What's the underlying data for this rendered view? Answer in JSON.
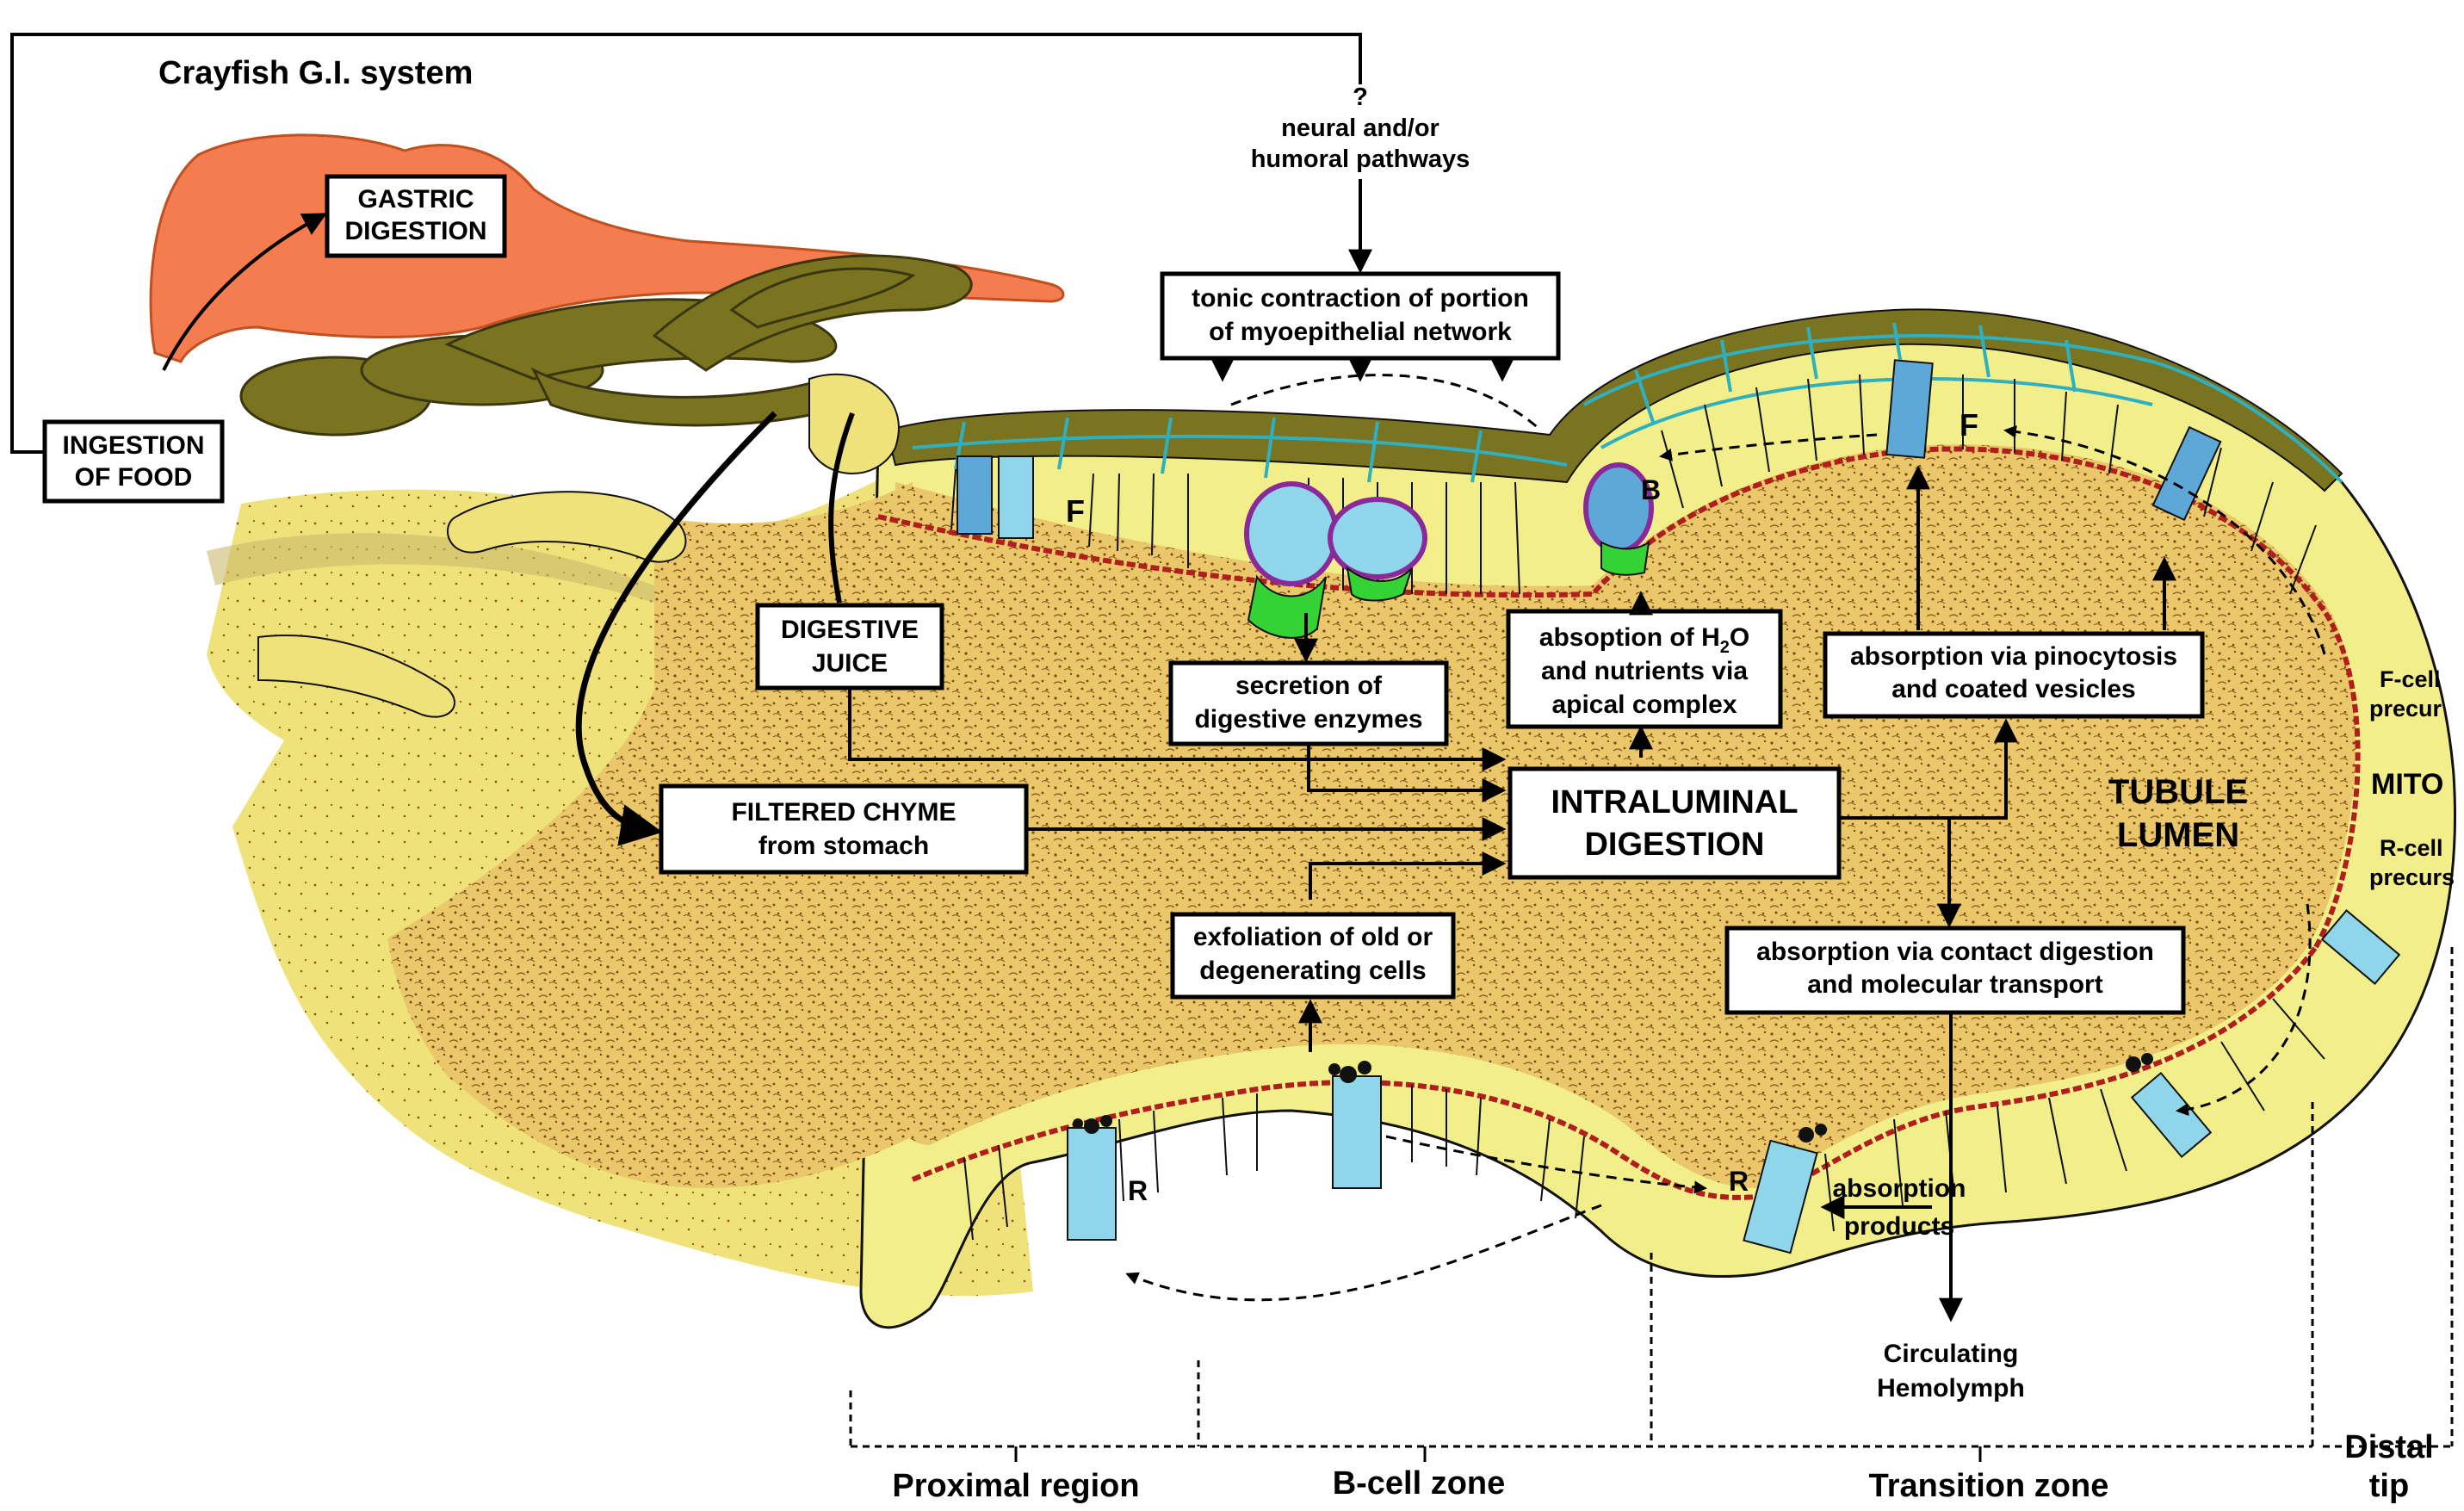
{
  "title": "Crayfish G.I. system",
  "organs": {
    "gastric_digestion": [
      "GASTRIC",
      "DIGESTION"
    ],
    "ingestion": [
      "INGESTION",
      "OF FOOD"
    ]
  },
  "control": {
    "question_mark": "?",
    "pathways": [
      "neural and/or",
      "humoral pathways"
    ],
    "tonic": [
      "tonic contraction of portion",
      "of myoepithelial network"
    ]
  },
  "process_boxes": {
    "digestive_juice": [
      "DIGESTIVE",
      "JUICE"
    ],
    "filtered_chyme": [
      "FILTERED CHYME",
      "from stomach"
    ],
    "secretion": [
      "secretion of",
      "digestive enzymes"
    ],
    "absorption_h2o": {
      "line1_prefix": "absoption of H",
      "sub": "2",
      "line1_suffix": "O",
      "line2": "and nutrients via",
      "line3": "apical complex"
    },
    "pinocytosis": [
      "absorption via pinocytosis",
      "and coated vesicles"
    ],
    "intraluminal": [
      "INTRALUMINAL",
      "DIGESTION"
    ],
    "exfoliation": [
      "exfoliation of old or",
      "degenerating cells"
    ],
    "contact_digestion": [
      "absorption via contact digestion",
      "and molecular transport"
    ]
  },
  "labels": {
    "tubule_lumen": [
      "TUBULE",
      "LUMEN"
    ],
    "absorption_products": [
      "absorption",
      "products"
    ],
    "hemolymph": [
      "Circulating",
      "Hemolymph"
    ],
    "cell_f": "F",
    "cell_b": "B",
    "cell_r": "R",
    "f_cell_precursor": [
      "F-cell",
      "precur"
    ],
    "mito": "MITO",
    "r_cell_precursor": [
      "R-cell",
      "precurs"
    ]
  },
  "zones": {
    "proximal": "Proximal region",
    "b_cell": "B-cell zone",
    "transition": "Transition zone",
    "distal": [
      "Distal",
      "tip"
    ]
  },
  "colors": {
    "stomach": "#f47c4e",
    "olive": "#7a7420",
    "epithelium": "#f2ee8a",
    "lumen": "#e9c76a",
    "basement_line": "#b01e1e",
    "cell_blue": "#8fd6ea",
    "teal_network": "#2fb0c0",
    "b_cell_outline": "#8a2a9a",
    "green_vesicle": "#35d235"
  }
}
